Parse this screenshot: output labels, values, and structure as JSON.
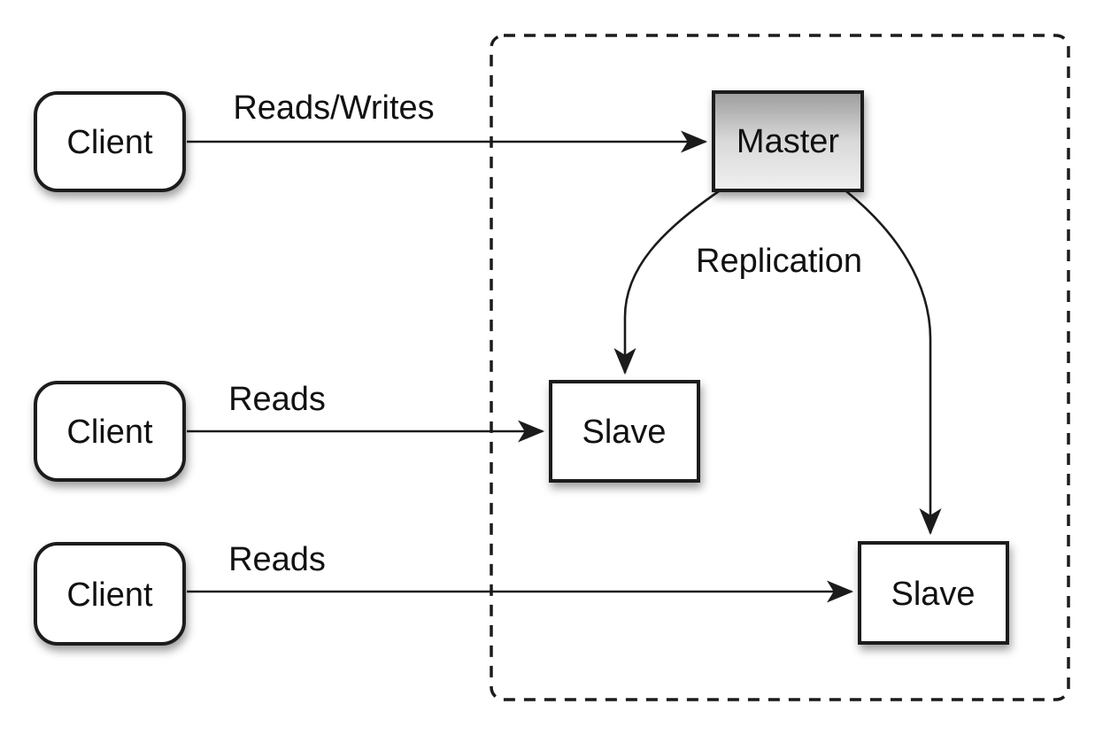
{
  "diagram": {
    "type": "master-slave-replication-diagram",
    "colors": {
      "background": "#ffffff",
      "stroke": "#1b1b1b",
      "text": "#111111",
      "node_fill": "#ffffff",
      "master_gradient_top": "#9d9d9d",
      "master_gradient_middle": "#d9d9d9",
      "master_gradient_bottom": "#f0f0f0"
    },
    "nodes": {
      "client_top": {
        "label": "Client"
      },
      "client_middle": {
        "label": "Client"
      },
      "client_bottom": {
        "label": "Client"
      },
      "master": {
        "label": "Master"
      },
      "slave_middle": {
        "label": "Slave"
      },
      "slave_bottom": {
        "label": "Slave"
      }
    },
    "edges": {
      "client_top_to_master": {
        "label": "Reads/Writes"
      },
      "client_middle_to_slave": {
        "label": "Reads"
      },
      "client_bottom_to_slave": {
        "label": "Reads"
      },
      "master_to_slaves": {
        "label": "Replication"
      }
    }
  }
}
